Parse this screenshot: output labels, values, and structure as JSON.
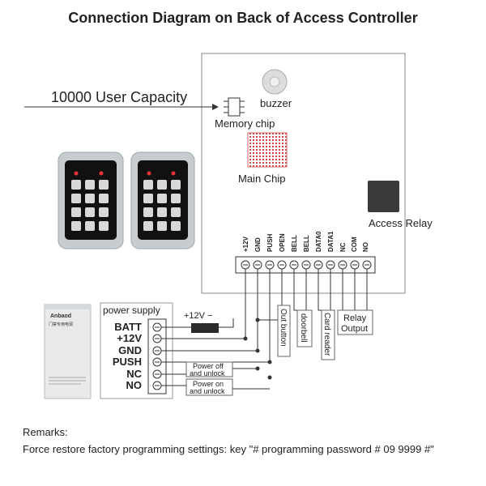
{
  "title": "Connection Diagram on Back of Access Controller",
  "capacity_label": "10000 User Capacity",
  "controller": {
    "buzzer_label": "buzzer",
    "memory_label": "Memory chip",
    "main_chip_label": "Main Chip",
    "relay_label": "Access Relay",
    "terminals": [
      "+12V",
      "GND",
      "PUSH",
      "OPEN",
      "BELL",
      "BELL",
      "DATA0",
      "DATA1",
      "NC",
      "COM",
      "NO"
    ]
  },
  "power_supply": {
    "label": "power supply",
    "terminals": [
      "BATT",
      "+12V",
      "GND",
      "PUSH",
      "NC",
      "NO"
    ],
    "battery_label": "+12V  −",
    "power_off_label_1": "Power off",
    "power_off_label_2": "and unlock",
    "power_on_label_1": "Power on",
    "power_on_label_2": "and unlock",
    "brand": "Anbaod",
    "chinese": "门禁专用电源"
  },
  "peripherals": {
    "out_button": "Out button",
    "doorbell": "doorbell",
    "card_reader": "Card reader",
    "relay_output_1": "Relay",
    "relay_output_2": "Output"
  },
  "remarks": {
    "heading": "Remarks:",
    "text": "Force restore factory programming settings: key \"# programming password # 09 9999 #\""
  },
  "colors": {
    "line": "#333333",
    "board_stroke": "#888888",
    "relay": "#3a3a3a",
    "keypad_frame": "#c8ccd0"
  }
}
